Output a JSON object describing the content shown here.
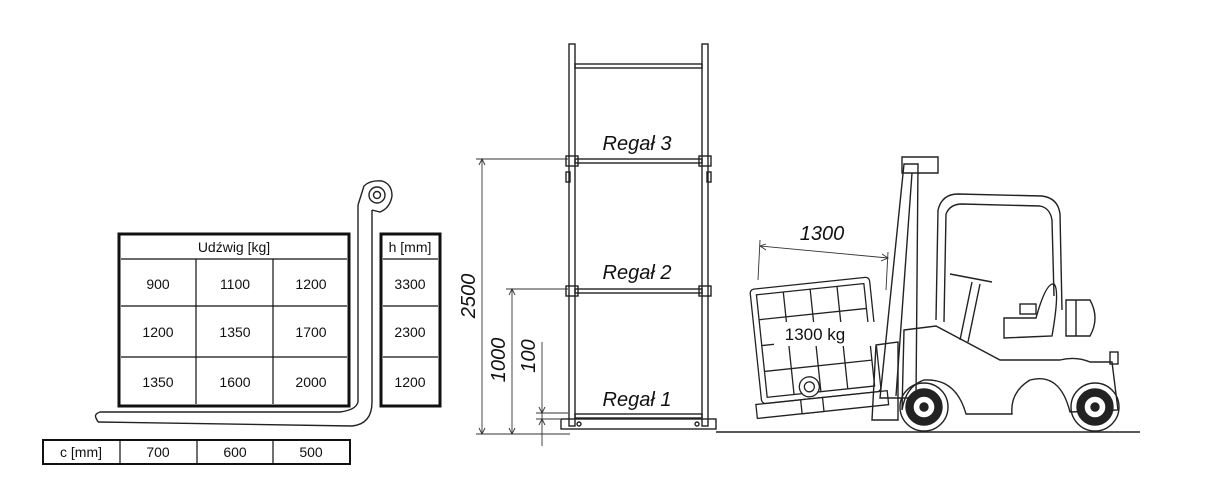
{
  "capacity_table": {
    "header": "Udźwig [kg]",
    "rows": [
      [
        "900",
        "1100",
        "1200"
      ],
      [
        "1200",
        "1350",
        "1700"
      ],
      [
        "1350",
        "1600",
        "2000"
      ]
    ]
  },
  "height_table": {
    "header": "h [mm]",
    "values": [
      "3300",
      "2300",
      "1200"
    ]
  },
  "center_table": {
    "header": "c [mm]",
    "values": [
      "700",
      "600",
      "500"
    ]
  },
  "rack": {
    "levels": [
      "Regał 3",
      "Regał 2",
      "Regał 1"
    ],
    "dimensions": [
      "2500",
      "1000",
      "100"
    ]
  },
  "load": {
    "length": "1300",
    "weight": "1300 kg"
  }
}
